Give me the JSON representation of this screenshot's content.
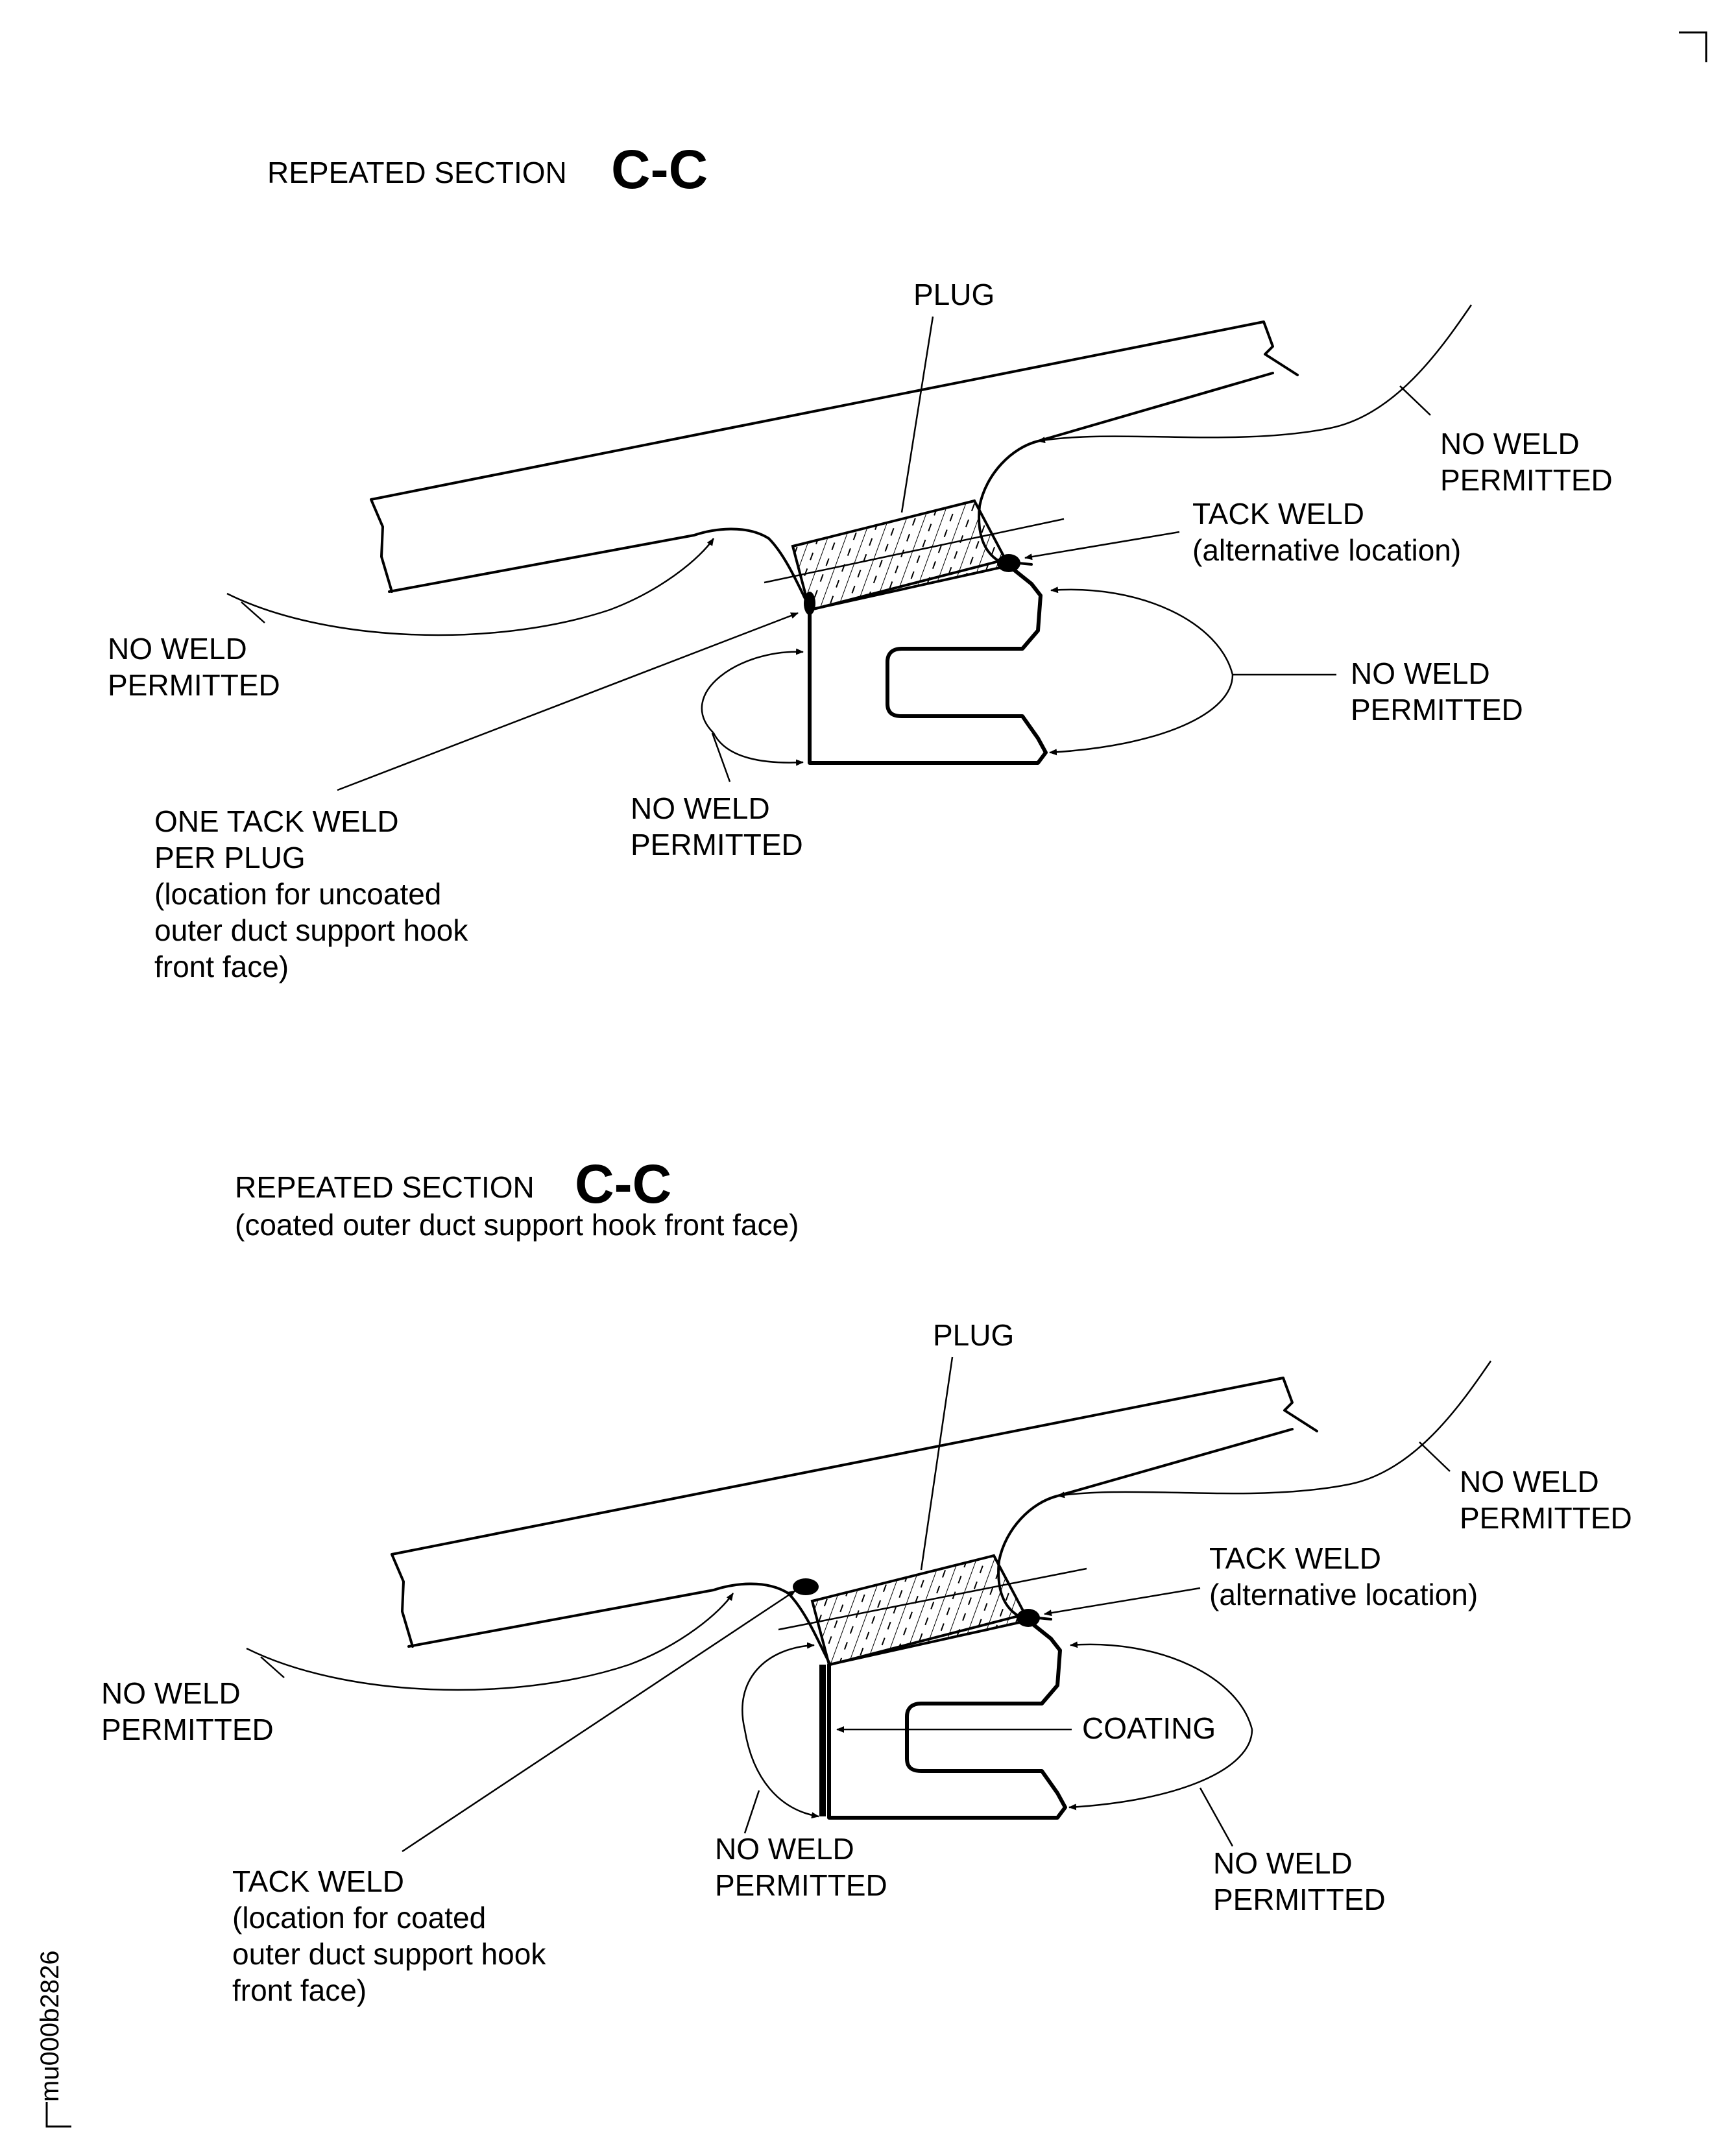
{
  "top": {
    "section_title": "REPEATED SECTION",
    "section_id": "C-C",
    "plug": "PLUG",
    "no_weld_top_right": [
      "NO WELD",
      "PERMITTED"
    ],
    "tack_weld_alt": [
      "TACK WELD",
      "(alternative location)"
    ],
    "no_weld_right": [
      "NO WELD",
      "PERMITTED"
    ],
    "no_weld_left": [
      "NO WELD",
      "PERMITTED"
    ],
    "no_weld_bottom": [
      "NO WELD",
      "PERMITTED"
    ],
    "one_tack_weld": [
      "ONE TACK WELD",
      "PER PLUG",
      "(location for uncoated",
      "outer duct support hook",
      "front face)"
    ]
  },
  "bottom": {
    "section_title": "REPEATED SECTION",
    "section_id": "C-C",
    "section_note": "(coated outer duct support hook front face)",
    "plug": "PLUG",
    "no_weld_top_right": [
      "NO WELD",
      "PERMITTED"
    ],
    "tack_weld_alt": [
      "TACK WELD",
      "(alternative location)"
    ],
    "coating": "COATING",
    "no_weld_left": [
      "NO WELD",
      "PERMITTED"
    ],
    "no_weld_bottom_left": [
      "NO WELD",
      "PERMITTED"
    ],
    "no_weld_bottom_right": [
      "NO WELD",
      "PERMITTED"
    ],
    "tack_weld": [
      "TACK WELD",
      "(location for coated",
      "outer duct support hook",
      "front face)"
    ]
  },
  "reference_id": "mu000b2826"
}
